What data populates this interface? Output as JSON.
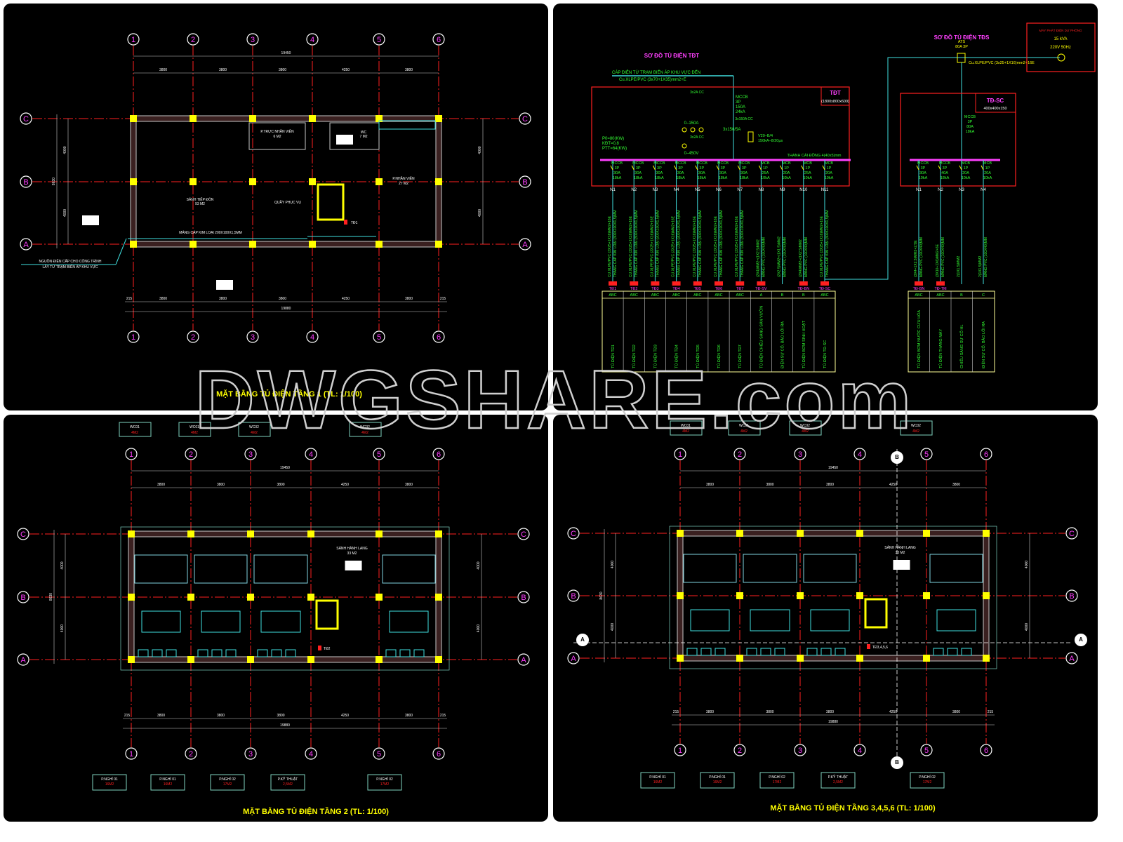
{
  "watermark": "DWGSHARE.com",
  "colors": {
    "grid": "#ff2020",
    "axis": "#ff40ff",
    "column": "#ffff00",
    "wall": "#c8c8c8",
    "text": "#ffffff",
    "green": "#33ff33",
    "cyan": "#40e0e0",
    "title": "#ffff00",
    "red": "#ff2020",
    "magenta": "#ff40ff"
  },
  "plans": {
    "floor1": {
      "title": "MẶT BẰNG TỦ ĐIỆN TẦNG 1 (TL: 1/100)",
      "columns": [
        "1",
        "2",
        "3",
        "4",
        "5",
        "6"
      ],
      "rows": [
        "C",
        "B",
        "A"
      ],
      "total_top": "19450",
      "spans_top": [
        "3800",
        "3800",
        "3800",
        "4250",
        "3800"
      ],
      "spans_bottom": [
        "215",
        "3800",
        "3800",
        "3800",
        "4250",
        "3800",
        "215"
      ],
      "total_bottom": "19880",
      "side_dims": [
        "4000",
        "4000"
      ],
      "side_total": "8630",
      "rooms": [
        {
          "name": "P.TRỰC NHÂN VIÊN",
          "area": "6 M2"
        },
        {
          "name": "WC",
          "area": "7 M2"
        },
        {
          "name": "P.NHÂN VIÊN",
          "area": "27 M2"
        },
        {
          "name": "SẢNH TIẾP ĐÓN",
          "area": "93 M2"
        },
        {
          "name": "QUẦY PHỤC VỤ",
          "area": ""
        }
      ],
      "tray_label": "MÁNG CÁP KIM LOẠI 200X100X1,5MM",
      "panel_tag": "TĐ1",
      "source_note": [
        "NGUỒN ĐIỆN CẤP CHO CÔNG TRÌNH",
        "LẤY TỪ TRẠM BIẾN ÁP KHU VỰC"
      ]
    },
    "floor2": {
      "title": "MẶT BẰNG TỦ ĐIỆN TẦNG 2 (TL: 1/100)",
      "columns": [
        "1",
        "2",
        "3",
        "4",
        "5",
        "6"
      ],
      "rows": [
        "C",
        "B",
        "A"
      ],
      "total_top": "19450",
      "spans_top": [
        "3800",
        "3800",
        "3800",
        "4250",
        "3800"
      ],
      "spans_bottom": [
        "215",
        "3800",
        "3800",
        "3800",
        "4250",
        "3800",
        "215"
      ],
      "total_bottom": "19880",
      "side_dims": [
        "4000",
        "4000"
      ],
      "side_total": "8630",
      "rooms": [
        {
          "name": "SẢNH HÀNH LANG",
          "area": "33 M2"
        }
      ],
      "panel_tag": "TĐ2",
      "top_tags": [
        {
          "name": "WC01",
          "area": "4M2"
        },
        {
          "name": "WC01",
          "area": "4M2"
        },
        {
          "name": "WC02",
          "area": "4M2"
        },
        {
          "name": "WC02",
          "area": "4M2"
        }
      ],
      "bottom_tags": [
        {
          "name": "P.NGHỈ 01",
          "area": "16M2"
        },
        {
          "name": "P.NGHỈ 01",
          "area": "16M2"
        },
        {
          "name": "P.NGHỈ 02",
          "area": "17M2"
        },
        {
          "name": "P.KỸ THUẬT",
          "area": "2,5M2"
        },
        {
          "name": "P.NGHỈ 02",
          "area": "17M2"
        }
      ]
    },
    "floor3": {
      "title": "MẶT BẰNG TỦ ĐIỆN TẦNG 3,4,5,6 (TL: 1/100)",
      "columns": [
        "1",
        "2",
        "3",
        "4",
        "5",
        "6"
      ],
      "rows": [
        "C",
        "B",
        "A"
      ],
      "total_top": "19450",
      "spans_top": [
        "3800",
        "3800",
        "3800",
        "4250",
        "3800"
      ],
      "spans_bottom": [
        "215",
        "3800",
        "3800",
        "3800",
        "4250",
        "3800",
        "215"
      ],
      "total_bottom": "19880",
      "side_dims": [
        "4000",
        "4000"
      ],
      "side_total": "8630",
      "rooms": [
        {
          "name": "SẢNH HÀNH LANG",
          "area": "33 M2"
        }
      ],
      "panel_tag": "TĐ3,4,5,6",
      "top_tags": [
        {
          "name": "WC01",
          "area": "4M2"
        },
        {
          "name": "WC01",
          "area": "4M2"
        },
        {
          "name": "WC02",
          "area": "4M2"
        },
        {
          "name": "WC02",
          "area": "4M2"
        }
      ],
      "bottom_tags": [
        {
          "name": "P.NGHỈ 01",
          "area": "16M2"
        },
        {
          "name": "P.NGHỈ 01",
          "area": "16M2"
        },
        {
          "name": "P.NGHỈ 02",
          "area": "17M2"
        },
        {
          "name": "P.KỸ THUẬT",
          "area": "2,5M2"
        },
        {
          "name": "P.NGHỈ 02",
          "area": "17M2"
        }
      ],
      "section_marks": [
        "A",
        "B"
      ]
    }
  },
  "schematic": {
    "tdt_title": "SƠ ĐỒ TỦ ĐIỆN TĐT",
    "tds_title": "SƠ ĐỒ TỦ ĐIỆN TĐS",
    "source_line": "CÁP ĐIỆN TỪ TRẠM BIẾN ÁP KHU VỰC ĐẾN",
    "source_cable": "Cu.XLPE/PVC (3x70+1X35)mm2+E",
    "tdt_label": "TĐT",
    "tdt_size": "(1800x800x600)",
    "main_breaker": [
      "MCCB",
      "3P",
      "150A",
      "24kA"
    ],
    "fuse1": "3x2A CC",
    "fuse2": "3x150A CC",
    "ammeter": "0–150A",
    "ct": "3x150/5A",
    "fuse3": "3x2A CC",
    "voltmeter": "0–450V",
    "spd": [
      "V20–B/4",
      "150kA–8/20µs"
    ],
    "load": [
      "P0=80(KW)",
      "KĐT=0,8",
      "PTT=64(KW)"
    ],
    "busbar": "THANH CÁI ĐỒNG 4(40x5)mm",
    "tdt_feeders": [
      {
        "type": "MCCB",
        "poles": "3P",
        "amp": "30A",
        "ka": "18kA",
        "n": "N1",
        "cable": "CU.XLPE/PVC (3X25+1X16)MM2+16E",
        "tray": "THANG CÁP KIM LOẠI (300X100X1,5)MM",
        "td": "TĐ1",
        "phase": "ABC",
        "desc": "TỦ ĐIỆN TĐ1"
      },
      {
        "type": "MCCB",
        "poles": "3P",
        "amp": "30A",
        "ka": "18kA",
        "n": "N2",
        "cable": "CU.XLPE/PVC (3X25+1X16)MM2+16E",
        "tray": "THANG CÁP KIM LOẠI (300X100X1,5)MM",
        "td": "TĐ2",
        "phase": "ABC",
        "desc": "TỦ ĐIỆN TĐ2"
      },
      {
        "type": "MCCB",
        "poles": "3P",
        "amp": "30A",
        "ka": "18kA",
        "n": "N3",
        "cable": "CU.XLPE/PVC (3X25+1X16)MM2+16E",
        "tray": "THANG CÁP KIM LOẠI (300X100X1,5)MM",
        "td": "TĐ3",
        "phase": "ABC",
        "desc": "TỦ ĐIỆN TĐ3"
      },
      {
        "type": "MCCB",
        "poles": "3P",
        "amp": "30A",
        "ka": "18kA",
        "n": "N4",
        "cable": "CU.XLPE/PVC (3X25+1X16)MM2+16E",
        "tray": "THANG CÁP KIM LOẠI (300X100X1,5)MM",
        "td": "TĐ4",
        "phase": "ABC",
        "desc": "TỦ ĐIỆN TĐ4"
      },
      {
        "type": "MCCB",
        "poles": "3P",
        "amp": "30A",
        "ka": "18kA",
        "n": "N5",
        "cable": "CU.XLPE/PVC (3X25+1X16)MM2+16E",
        "tray": "THANG CÁP KIM LOẠI (300X100X1,5)MM",
        "td": "TĐ5",
        "phase": "ABC",
        "desc": "TỦ ĐIỆN TĐ5"
      },
      {
        "type": "MCCB",
        "poles": "3P",
        "amp": "30A",
        "ka": "18kA",
        "n": "N6",
        "cable": "CU.XLPE/PVC (3X25+1X16)MM2+16E",
        "tray": "THANG CÁP KIM LOẠI (300X100X1,5)MM",
        "td": "TĐ6",
        "phase": "ABC",
        "desc": "TỦ ĐIỆN TĐ6"
      },
      {
        "type": "MCCB",
        "poles": "3P",
        "amp": "30A",
        "ka": "18kA",
        "n": "N7",
        "cable": "CU.XLPE/PVC (3X25+1X16)MM2+16E",
        "tray": "THANG CÁP KIM LOẠI (300X100X1,5)MM",
        "td": "TĐ7",
        "phase": "ABC",
        "desc": "TỦ ĐIỆN TĐ7"
      },
      {
        "type": "MCB",
        "poles": "1P",
        "amp": "25A",
        "ka": "10kA",
        "n": "N8",
        "cable": "(2X4)MM2+(1X2,5)MM2",
        "tray": "MÁNG PVC (100X40)MM",
        "td": "TĐ-SV",
        "phase": "A",
        "desc": "TỦ ĐIỆN CHIẾU SÁNG SÂN VƯỜN"
      },
      {
        "type": "MCB",
        "poles": "1P",
        "amp": "20A",
        "ka": "10kA",
        "n": "N9",
        "cable": "(2X2,5)MM2+(1X1,5)MM2",
        "tray": "MÁNG PVC (100X40)MM",
        "td": "",
        "phase": "B",
        "desc": "ĐIỆN SỰ CỐ, BẢO LỐI RA"
      },
      {
        "type": "MCB",
        "poles": "1P",
        "amp": "25A",
        "ka": "10kA",
        "n": "N10",
        "cable": "(2X4)MM2+(1X2,5)MM2",
        "tray": "MÁNG PVC (100X40)MM",
        "td": "TĐ-BN",
        "phase": "B",
        "desc": "TỦ ĐIỆN BƠM SINH HOẠT"
      },
      {
        "type": "MCB",
        "poles": "1P",
        "amp": "20A",
        "ka": "10kA",
        "n": "N11",
        "cable": "CU.XLPE/PVC (3X25+1X16)MM2+16E",
        "tray": "THANG CÁP KIM LOẠI (300X100X1,5)MM",
        "td": "TĐ-SC",
        "phase": "ABC",
        "desc": "TỦ ĐIỆN TĐ-SC"
      }
    ],
    "ats": [
      "ATS",
      "80A 3P"
    ],
    "ats_cable": "Cu.XLPE/PVC (3x25+1X16)mm2+16E",
    "generator": [
      "MÁY PHÁT ĐIỆN DỰ PHÒNG",
      "15 kVA",
      "220V 50Hz"
    ],
    "tdsc_label": "TĐ-SC",
    "tdsc_size": "400x400x150",
    "tdsc_breaker": [
      "MCCB",
      "3P",
      "80A",
      "18kA"
    ],
    "tdsc_feeders": [
      {
        "type": "MCCB",
        "poles": "3P",
        "amp": "30A",
        "ka": "10kA",
        "n": "N1",
        "cable": "(3X4+1X2,5)MM2+2,5E",
        "tray": "MÁNG PVC (100X40)MM",
        "td": "TĐ-BN",
        "phase": "ABC",
        "desc": "TỦ ĐIỆN BƠM NƯỚC CỨU HỎA"
      },
      {
        "type": "MCCB",
        "poles": "3P",
        "amp": "40A",
        "ka": "18kA",
        "n": "N2",
        "cable": "(3X10+1X6)MM2+6E",
        "tray": "MÁNG PVC (100X40)MM",
        "td": "TĐ-TM",
        "phase": "ABC",
        "desc": "TỦ ĐIỆN THANG MÁY"
      },
      {
        "type": "MCB",
        "poles": "1P",
        "amp": "20A",
        "ka": "10kA",
        "n": "N3",
        "cable": "2(1X1,5)MM2",
        "tray": "",
        "td": "",
        "phase": "B",
        "desc": "CHIẾU SÁNG SỰ CỐ HL"
      },
      {
        "type": "MCB",
        "poles": "1P",
        "amp": "20A",
        "ka": "10kA",
        "n": "N4",
        "cable": "2(1X1,5)MM2",
        "tray": "MÁNG PVC (100X40)MM",
        "td": "",
        "phase": "C",
        "desc": "ĐIỆN SỰ CỐ, BẢO LỐI RA"
      }
    ]
  }
}
